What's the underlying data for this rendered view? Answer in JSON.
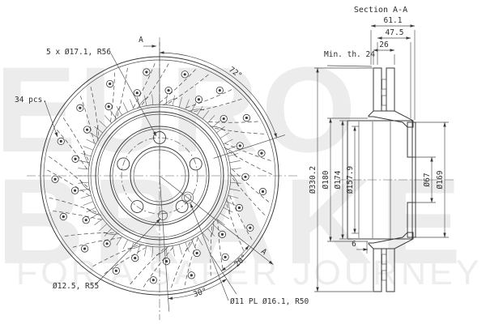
{
  "front": {
    "label_bolt_holes": "5 x Ø17.1, R56",
    "label_count": "34 pcs.",
    "label_hole12": "Ø12.5, R55",
    "label_hole11": "Ø11 PL Ø16.1, R50",
    "angle72": "72°",
    "angle30": "30°",
    "angle20": "20°",
    "marker_a_top": "A",
    "marker_a_bottom": "A",
    "holes_total": 34,
    "bolt_holes": 5,
    "vane_ticks": 68
  },
  "section": {
    "title": "Section A-A",
    "dim_total": "61.1",
    "dim_hat": "47.5",
    "dim_ring": "26",
    "dim_min_th": "Min. th. 24",
    "dim_flange": "6",
    "dia_outer": "Ø330.2",
    "dia_hat": "Ø180",
    "dia_hat2": "Ø174",
    "dia_hat_inner": "Ø157.9",
    "dia_bore": "Ø67",
    "dia_flange": "Ø169"
  },
  "watermark": {
    "line1": "EURO",
    "line2": "BRAKE",
    "tagline": "FOR A SAFER JOURNEY"
  },
  "colors": {
    "line": "#3a3a3a",
    "watermark": "#ececec"
  }
}
